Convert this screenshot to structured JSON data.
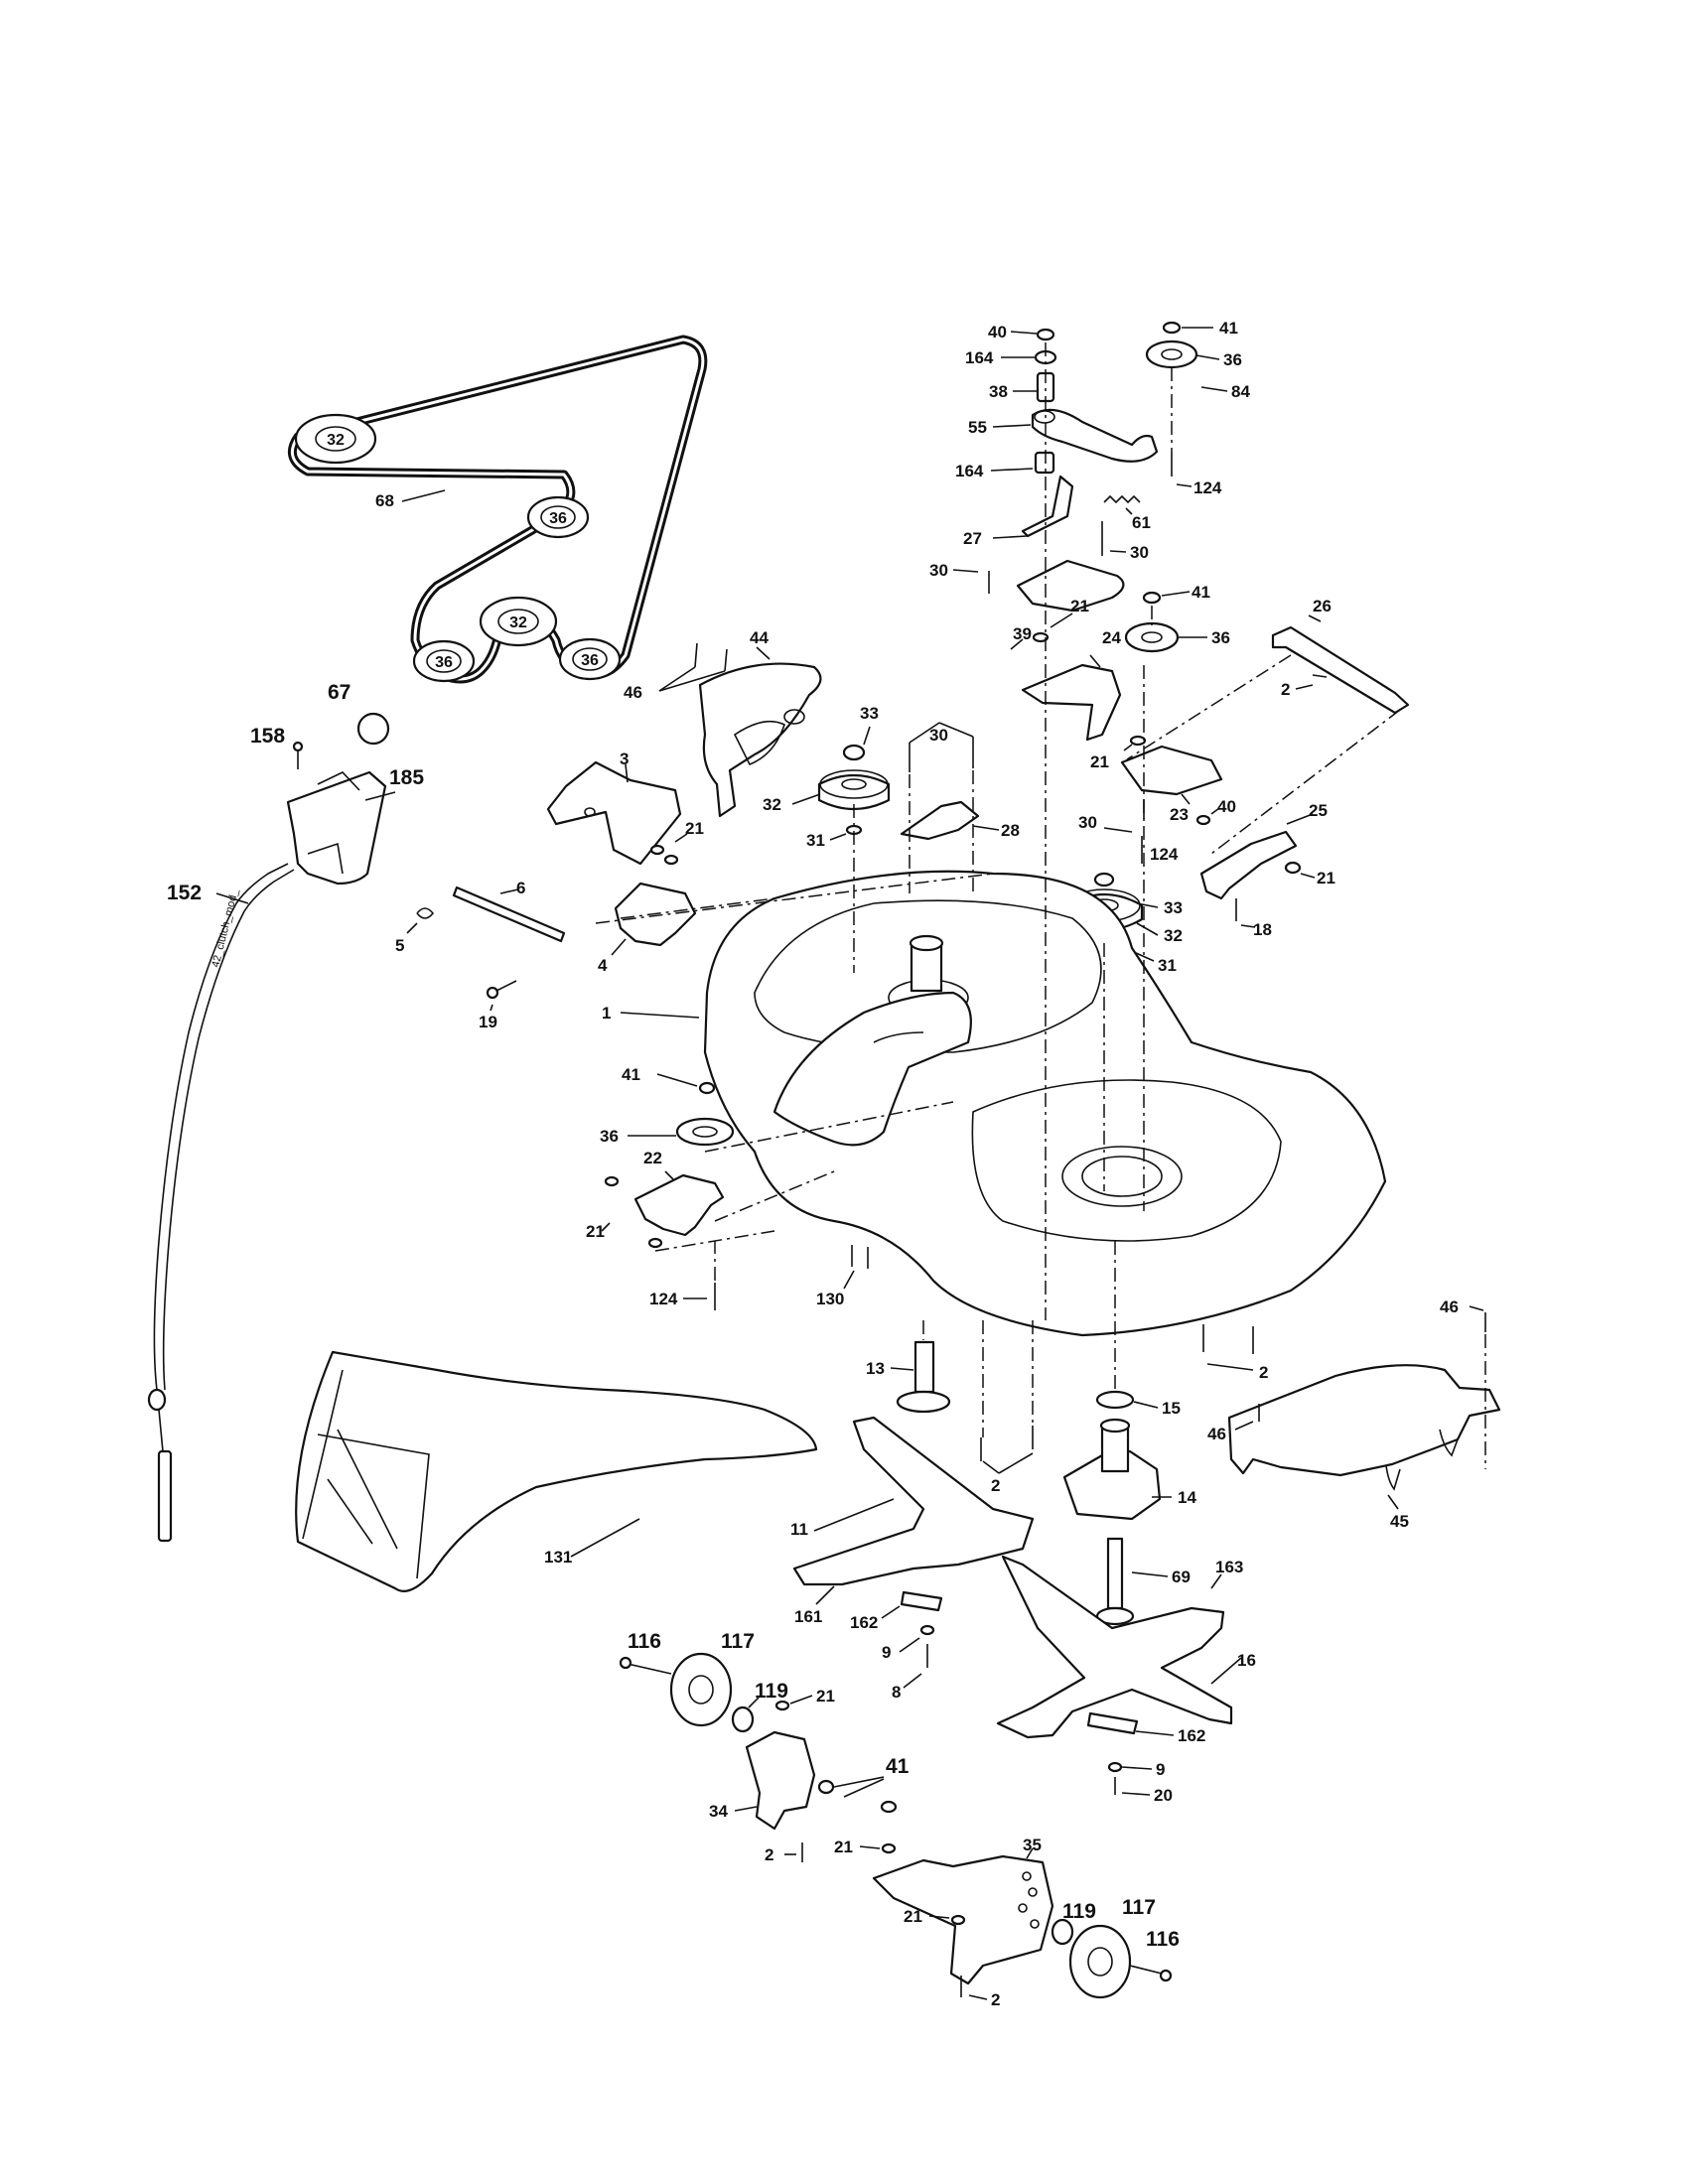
{
  "labels": {
    "p1": "1",
    "p2": "2",
    "p3": "3",
    "p4": "4",
    "p5": "5",
    "p6": "6",
    "p8": "8",
    "p9": "9",
    "p11": "11",
    "p13": "13",
    "p14": "14",
    "p15": "15",
    "p16": "16",
    "p18": "18",
    "p19": "19",
    "p20": "20",
    "p21": "21",
    "p22": "22",
    "p23": "23",
    "p24": "24",
    "p25": "25",
    "p26": "26",
    "p27": "27",
    "p28": "28",
    "p30": "30",
    "p31": "31",
    "p32": "32",
    "p33": "33",
    "p34": "34",
    "p35": "35",
    "p36": "36",
    "p38": "38",
    "p39": "39",
    "p40": "40",
    "p41": "41",
    "p44": "44",
    "p45": "45",
    "p46": "46",
    "p55": "55",
    "p61": "61",
    "p67": "67",
    "p68": "68",
    "p69": "69",
    "p84": "84",
    "p116": "116",
    "p117": "117",
    "p119": "119",
    "p124": "124",
    "p130": "130",
    "p131": "131",
    "p152": "152",
    "p158": "158",
    "p161": "161",
    "p162": "162",
    "p163": "163",
    "p164": "164",
    "p185": "185"
  },
  "cable_text": "42_clutch_mod_"
}
